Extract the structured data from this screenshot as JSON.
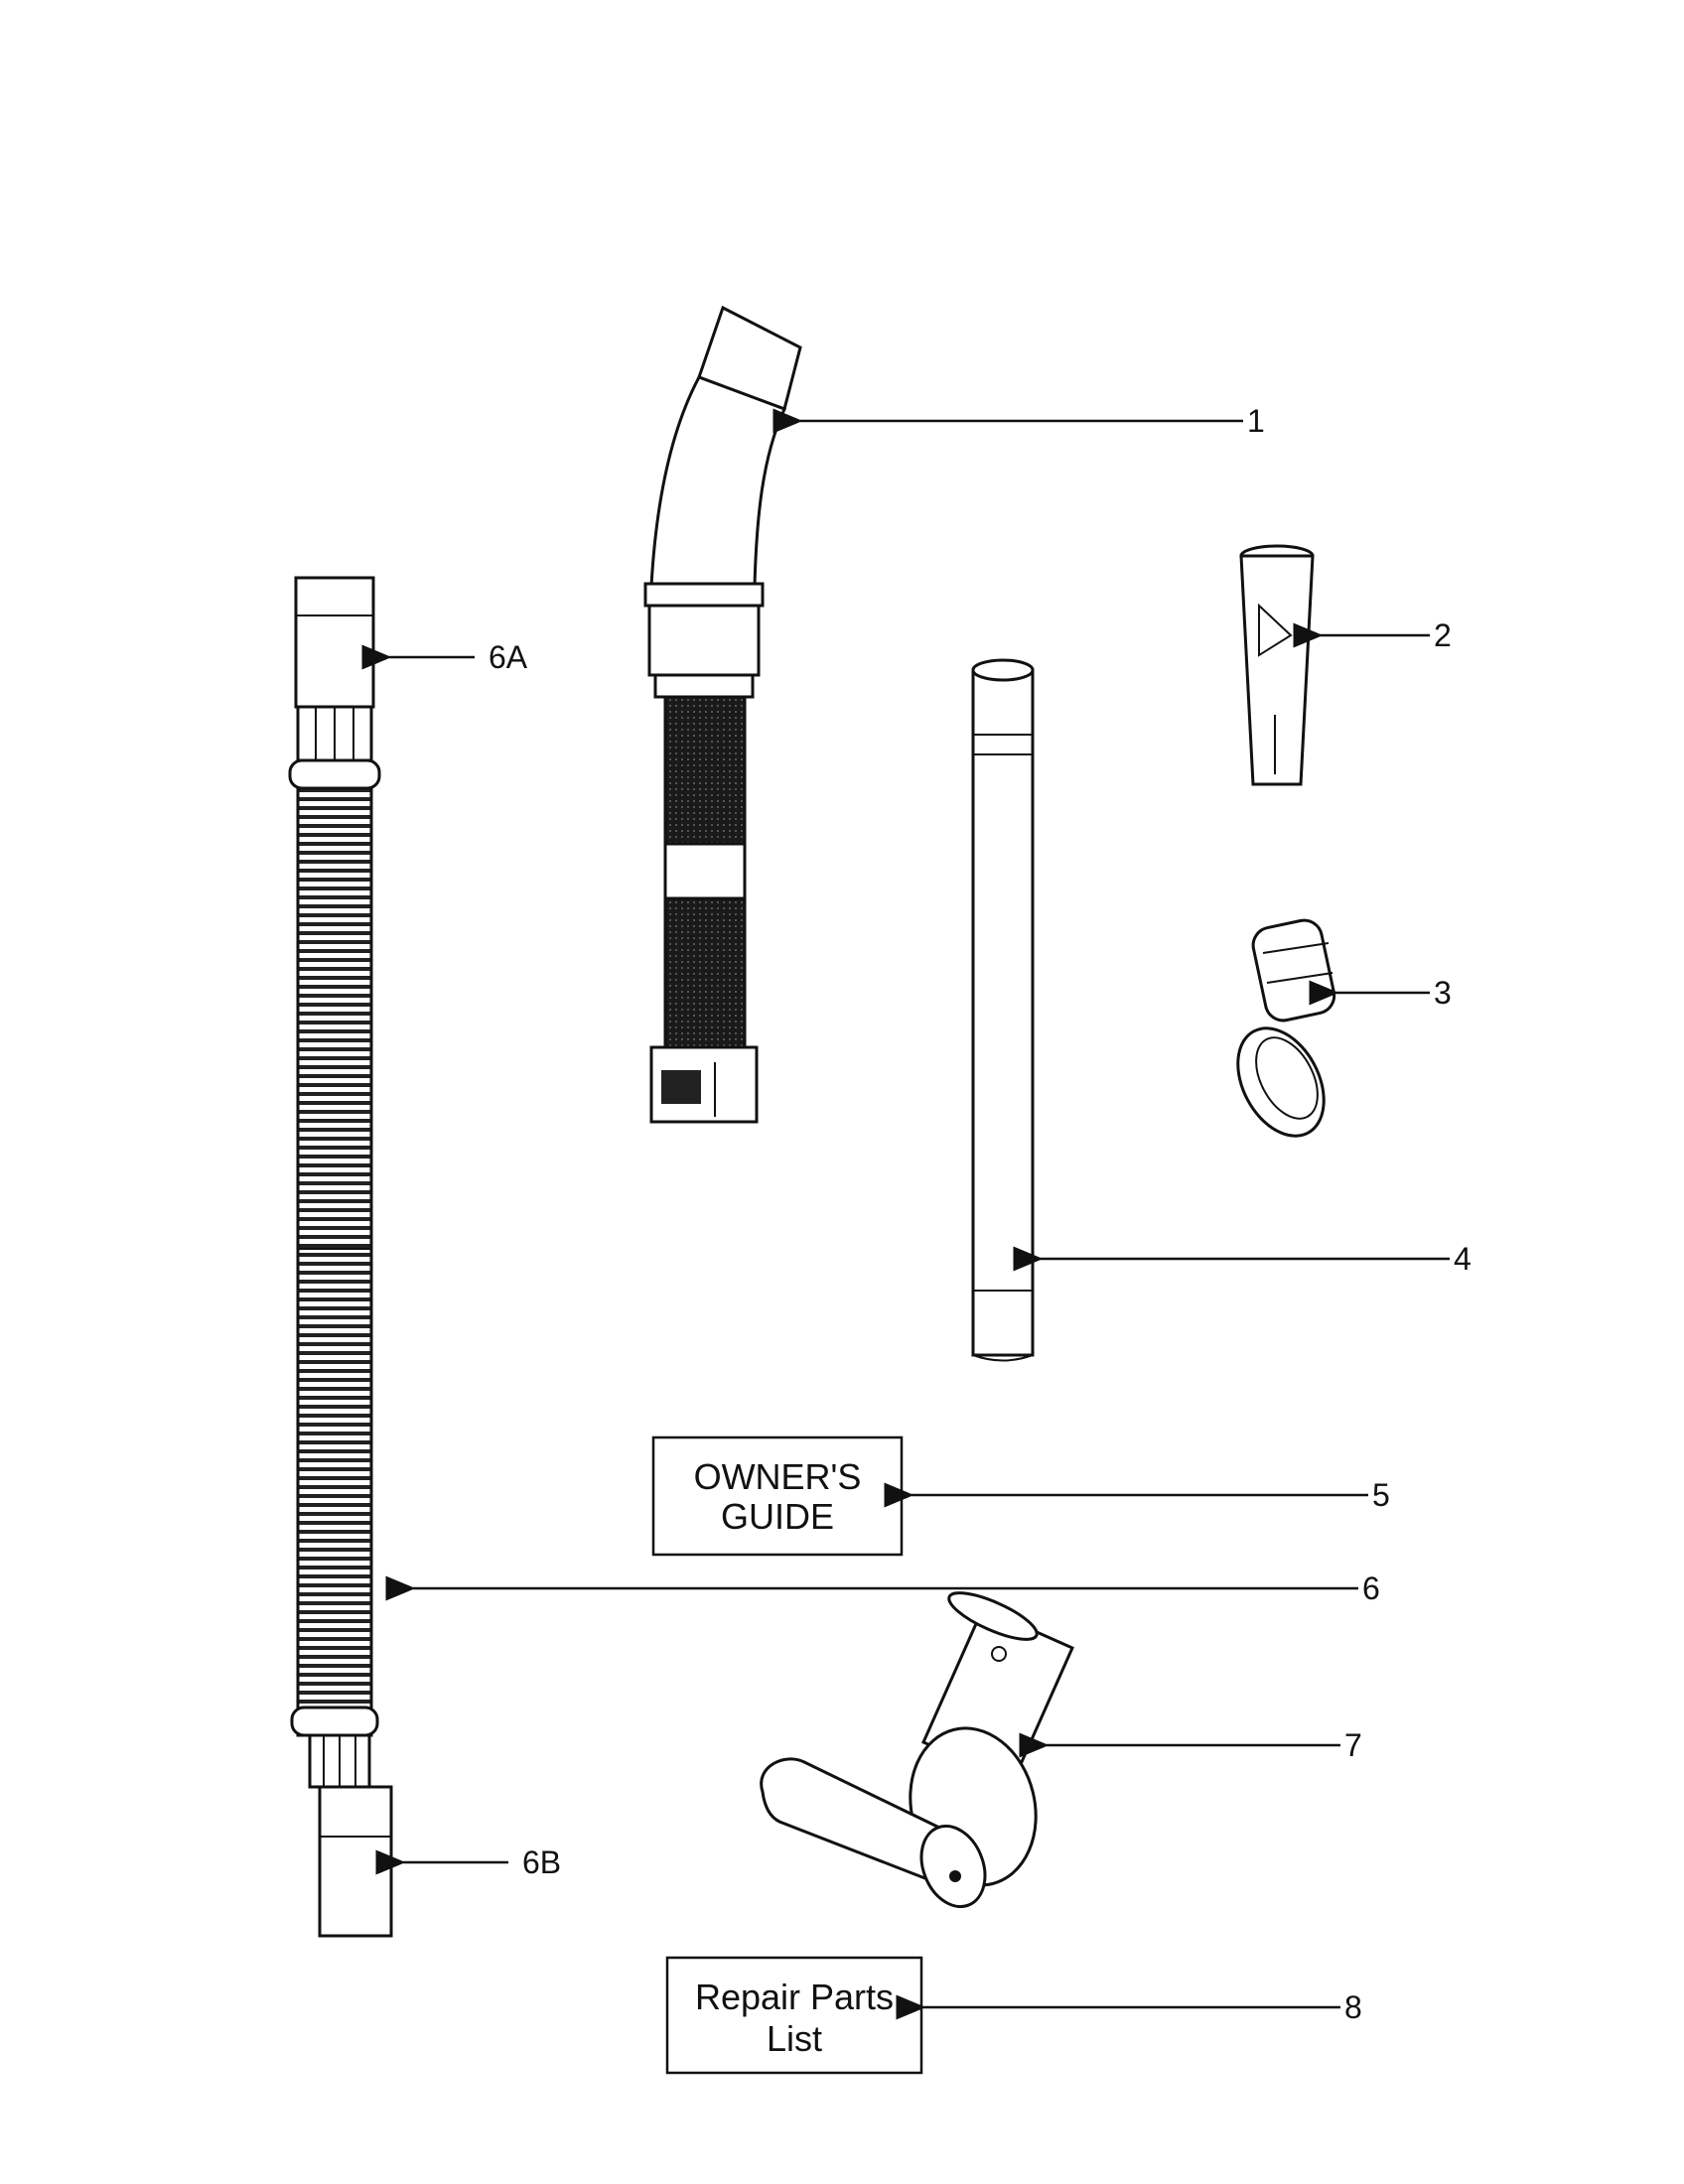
{
  "callouts": {
    "c1": "1",
    "c2": "2",
    "c3": "3",
    "c4": "4",
    "c5": "5",
    "c6": "6",
    "c6a": "6A",
    "c6b": "6B",
    "c7": "7",
    "c8": "8"
  },
  "boxes": {
    "owners_guide": [
      "OWNER'S",
      "GUIDE"
    ],
    "repair_parts": [
      "Repair Parts",
      "List"
    ]
  }
}
